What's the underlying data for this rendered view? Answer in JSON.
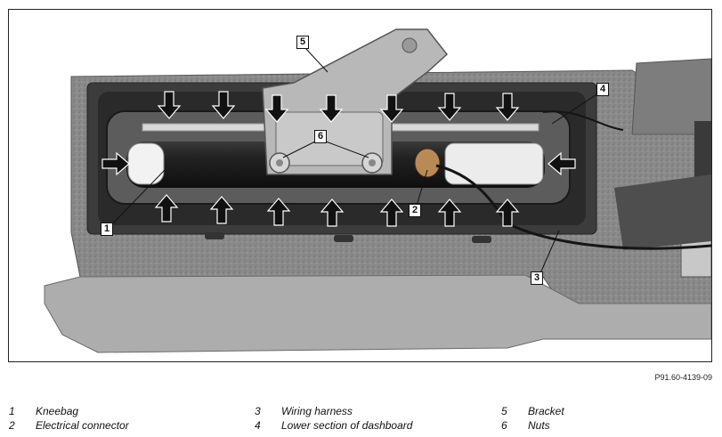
{
  "figure": {
    "code": "P91.60-4139-09",
    "callouts": [
      "1",
      "2",
      "3",
      "4",
      "5",
      "6"
    ]
  },
  "legend": [
    {
      "num": "1",
      "label": "Kneebag"
    },
    {
      "num": "2",
      "label": "Electrical connector"
    },
    {
      "num": "3",
      "label": "Wiring harness"
    },
    {
      "num": "4",
      "label": "Lower section of dashboard"
    },
    {
      "num": "5",
      "label": "Bracket"
    },
    {
      "num": "6",
      "label": "Nuts"
    }
  ]
}
